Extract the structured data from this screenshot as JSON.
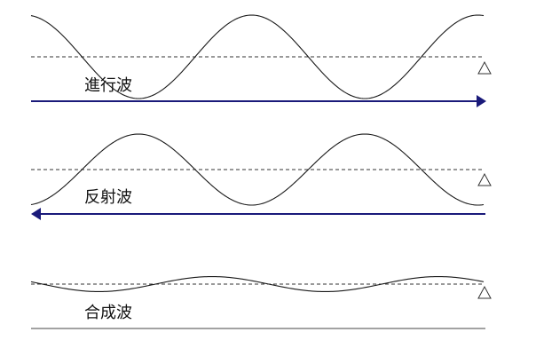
{
  "panels": [
    {
      "id": "traveling",
      "label": "進行波",
      "amplitude": 1.0,
      "phase": 0.0,
      "direction": "right"
    },
    {
      "id": "reflected",
      "label": "反射波",
      "amplitude": 1.0,
      "phase": 1.0,
      "direction": "left"
    },
    {
      "id": "composite",
      "label": "合成波",
      "amplitude": 0.18,
      "phase": 0.35,
      "direction": "none"
    }
  ],
  "wave_cycles": 2.0,
  "colors": {
    "wave": "#1a1a1a",
    "axis": "#333333",
    "arrow": "#1a1a7a",
    "plain_line": "#444444"
  },
  "icons": {
    "marker": "open-triangle-marker",
    "arrow_right": "arrow-right-icon",
    "arrow_left": "arrow-left-icon"
  }
}
